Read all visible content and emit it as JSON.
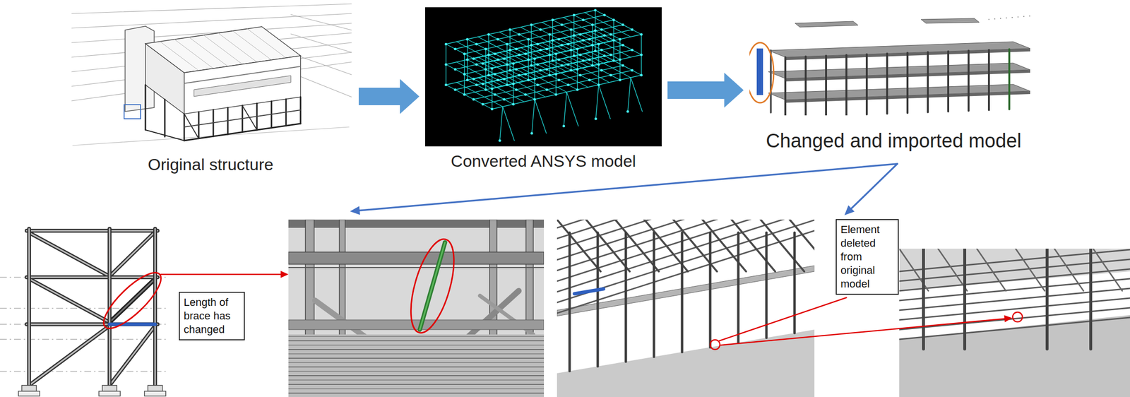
{
  "diagram": {
    "nodes": [
      {
        "text": [
          "Original structure"
        ]
      },
      {
        "text": [
          "Converted ANSYS model"
        ]
      },
      {
        "text": [
          "Changed and imported model"
        ]
      },
      {
        "text": [
          "Length of brace has changed"
        ]
      },
      {
        "text": [
          "Element deleted from original model"
        ]
      }
    ],
    "edges": [
      {
        "from": 0,
        "to": 1,
        "arrow": "to"
      },
      {
        "from": 1,
        "to": 2,
        "arrow": "to"
      }
    ]
  }
}
